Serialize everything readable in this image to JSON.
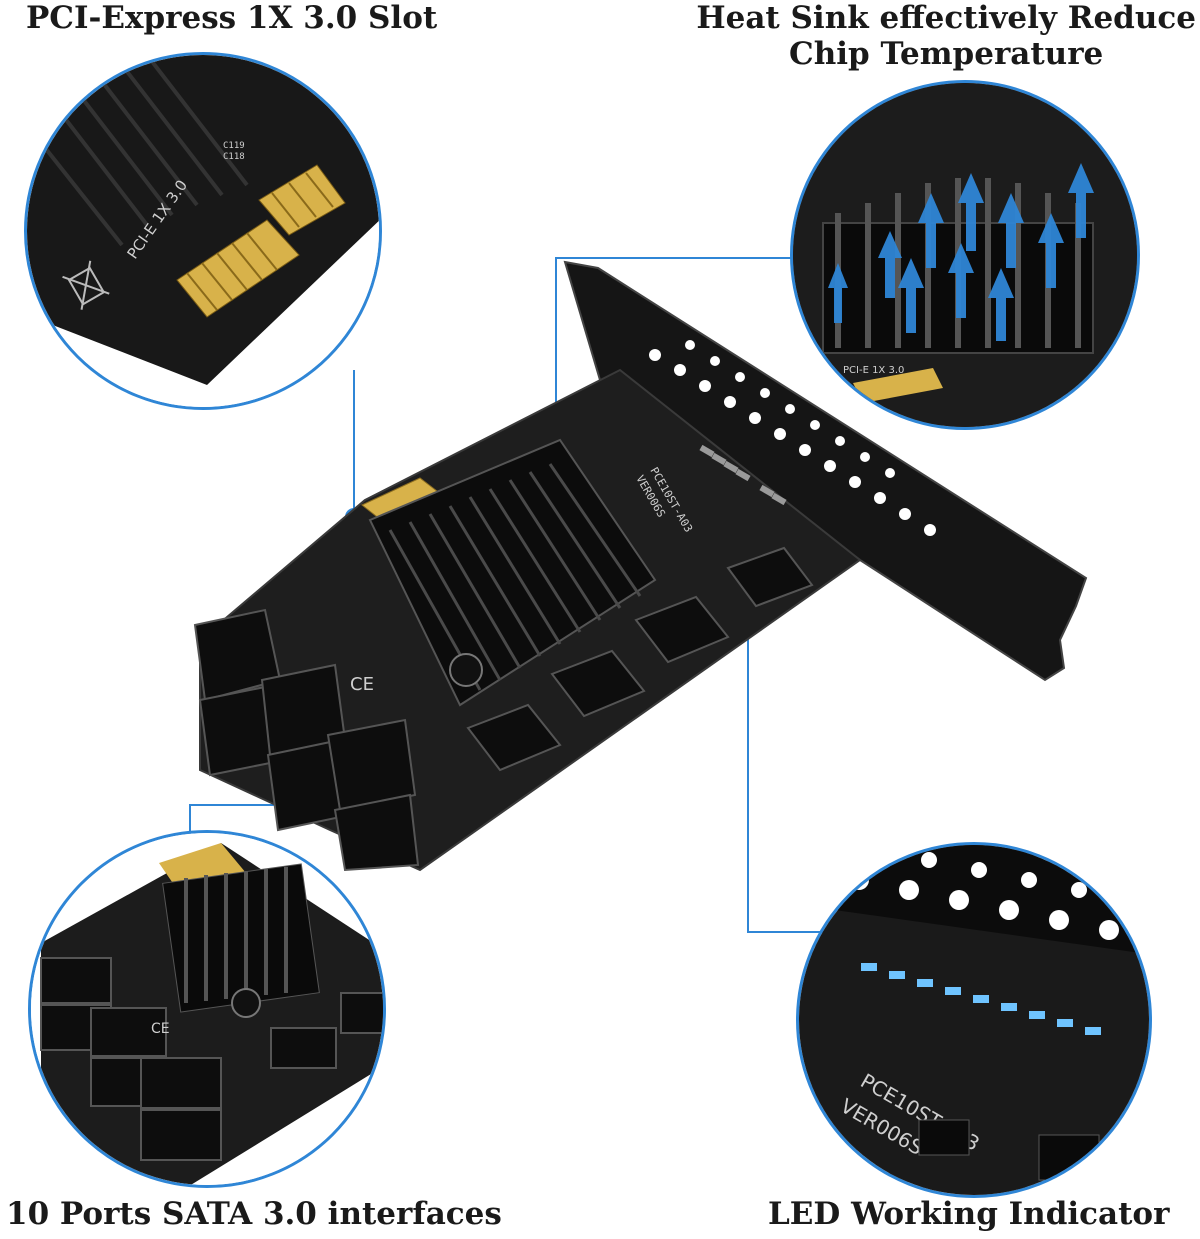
{
  "captions": {
    "pcie_slot": "PCI-Express 1X 3.0 Slot",
    "heat_sink_line1": "Heat Sink effectively Reduce",
    "heat_sink_line2": "Chip Temperature",
    "sata_ports": "10 Ports SATA 3.0 interfaces",
    "led_indicator": "LED Working Indicator"
  },
  "board_labels": {
    "connector_marking": "PCI-E 1X 3.0",
    "capacitor_1": "C119",
    "capacitor_2": "C118",
    "model_code": "PCE10ST-A03",
    "version_code": "VER006S"
  },
  "colors": {
    "callout_blue": "#2f86d6",
    "pcb_black": "#1b1b1b",
    "gold_pins": "#d8b24a",
    "led_blue": "#6fc4ff"
  },
  "icons": [
    "weee-bin-icon",
    "ce-mark-icon"
  ]
}
